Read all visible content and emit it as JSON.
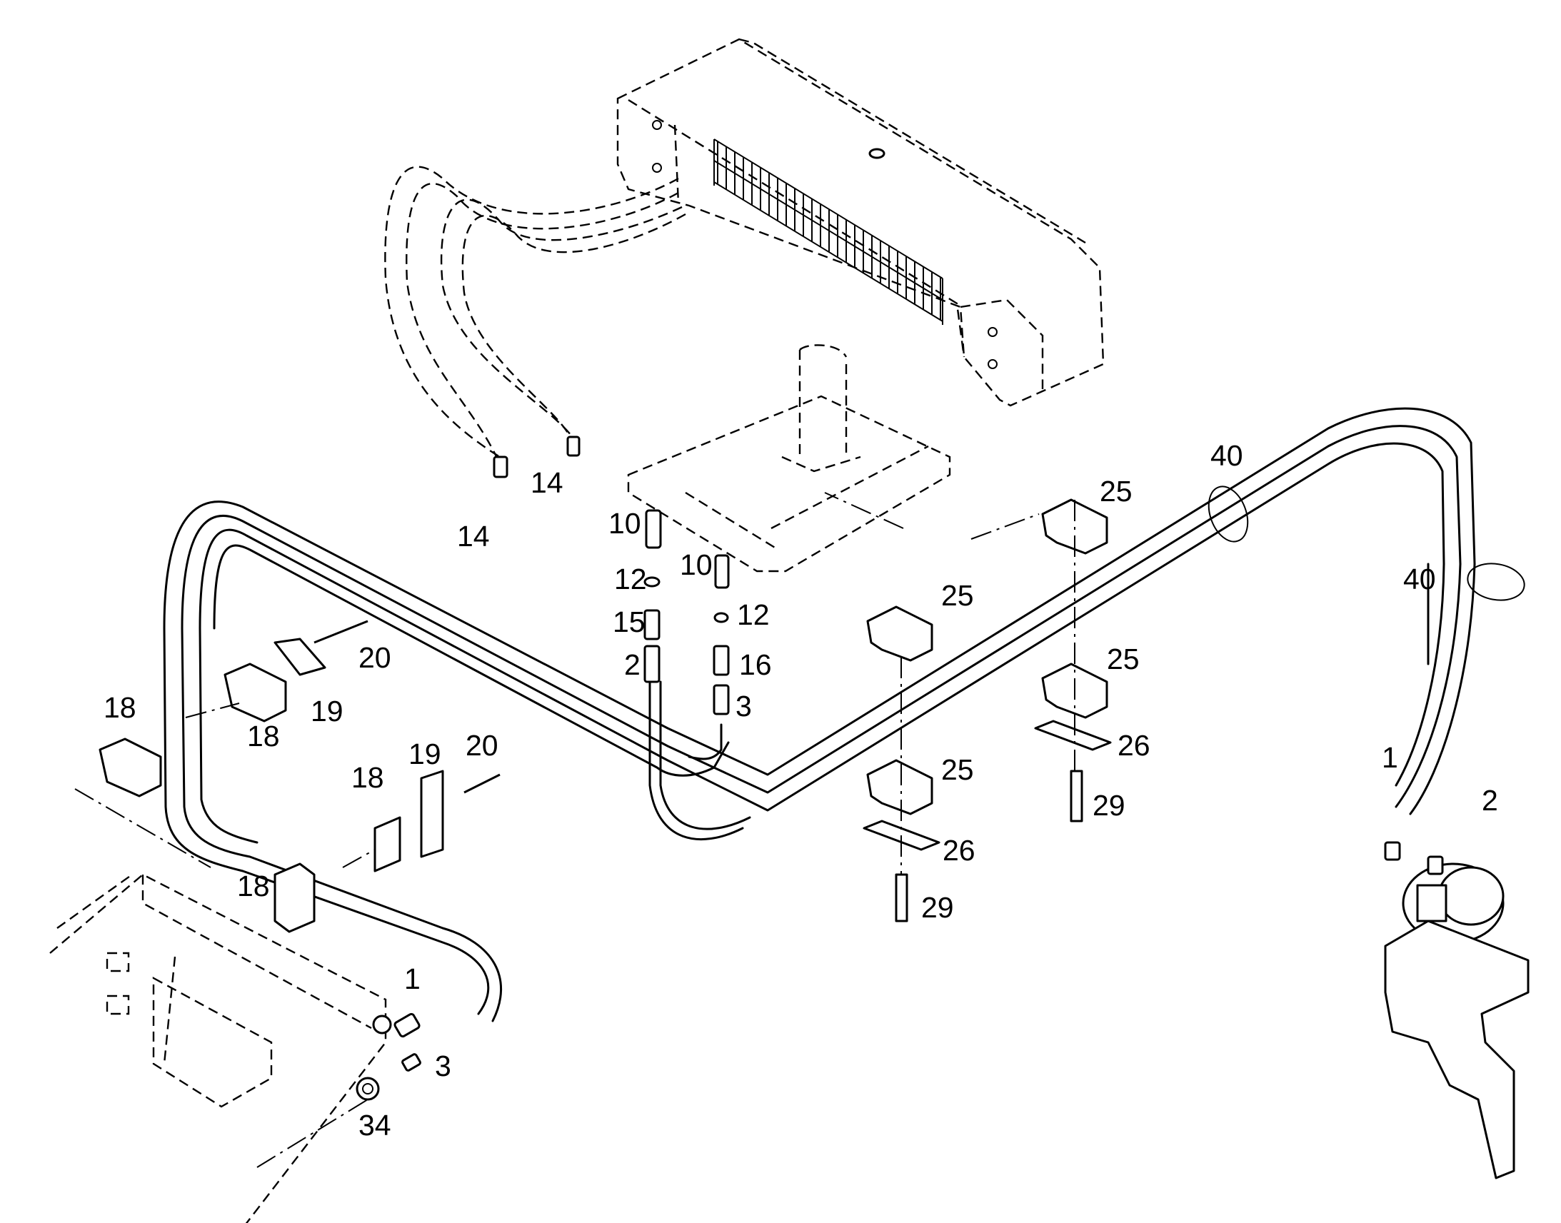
{
  "callouts": [
    {
      "text": "40"
    },
    {
      "text": "25"
    },
    {
      "text": "14"
    },
    {
      "text": "14"
    },
    {
      "text": "10"
    },
    {
      "text": "10"
    },
    {
      "text": "12"
    },
    {
      "text": "12"
    },
    {
      "text": "15"
    },
    {
      "text": "2"
    },
    {
      "text": "16"
    },
    {
      "text": "3"
    },
    {
      "text": "25"
    },
    {
      "text": "40"
    },
    {
      "text": "20"
    },
    {
      "text": "25"
    },
    {
      "text": "18"
    },
    {
      "text": "19"
    },
    {
      "text": "18"
    },
    {
      "text": "26"
    },
    {
      "text": "20"
    },
    {
      "text": "19"
    },
    {
      "text": "18"
    },
    {
      "text": "25"
    },
    {
      "text": "29"
    },
    {
      "text": "1"
    },
    {
      "text": "2"
    },
    {
      "text": "26"
    },
    {
      "text": "18"
    },
    {
      "text": "29"
    },
    {
      "text": "1"
    },
    {
      "text": "3"
    },
    {
      "text": "34"
    }
  ]
}
